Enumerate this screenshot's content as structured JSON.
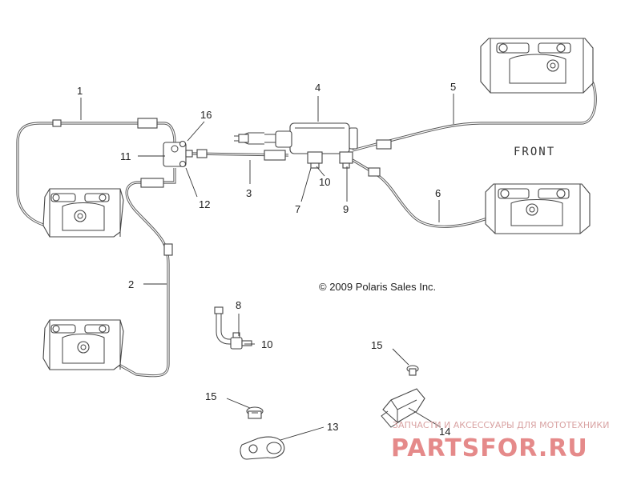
{
  "callouts": {
    "c1": "1",
    "c2": "2",
    "c3": "3",
    "c4": "4",
    "c5": "5",
    "c6": "6",
    "c7": "7",
    "c8": "8",
    "c9": "9",
    "c10a": "10",
    "c10b": "10",
    "c11": "11",
    "c12": "12",
    "c13": "13",
    "c14": "14",
    "c15a": "15",
    "c15b": "15",
    "c16": "16"
  },
  "front_label": "FRONT",
  "copyright": "© 2009 Polaris Sales Inc.",
  "watermark": {
    "tagline": "ЗАПЧАСТИ И АКСЕССУАРЫ ДЛЯ МОТОТЕХНИКИ",
    "logo_text": "PARTSFOR.RU"
  },
  "colors": {
    "line": "#444444",
    "watermark": "#e58a8a"
  }
}
